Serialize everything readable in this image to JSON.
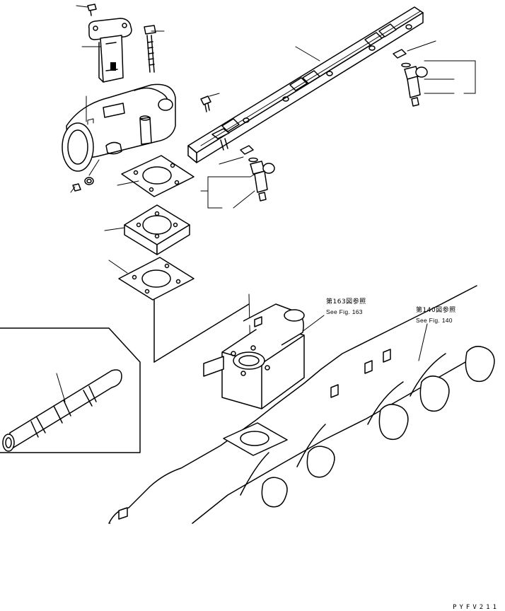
{
  "diagram": {
    "references": [
      {
        "id": "ref-fig-163",
        "jp": "第163図参照",
        "en": "See Fig. 163"
      },
      {
        "id": "ref-fig-140",
        "jp": "第140図参照",
        "en": "See Fig. 140"
      }
    ],
    "drawing_code": "PYFV211"
  }
}
